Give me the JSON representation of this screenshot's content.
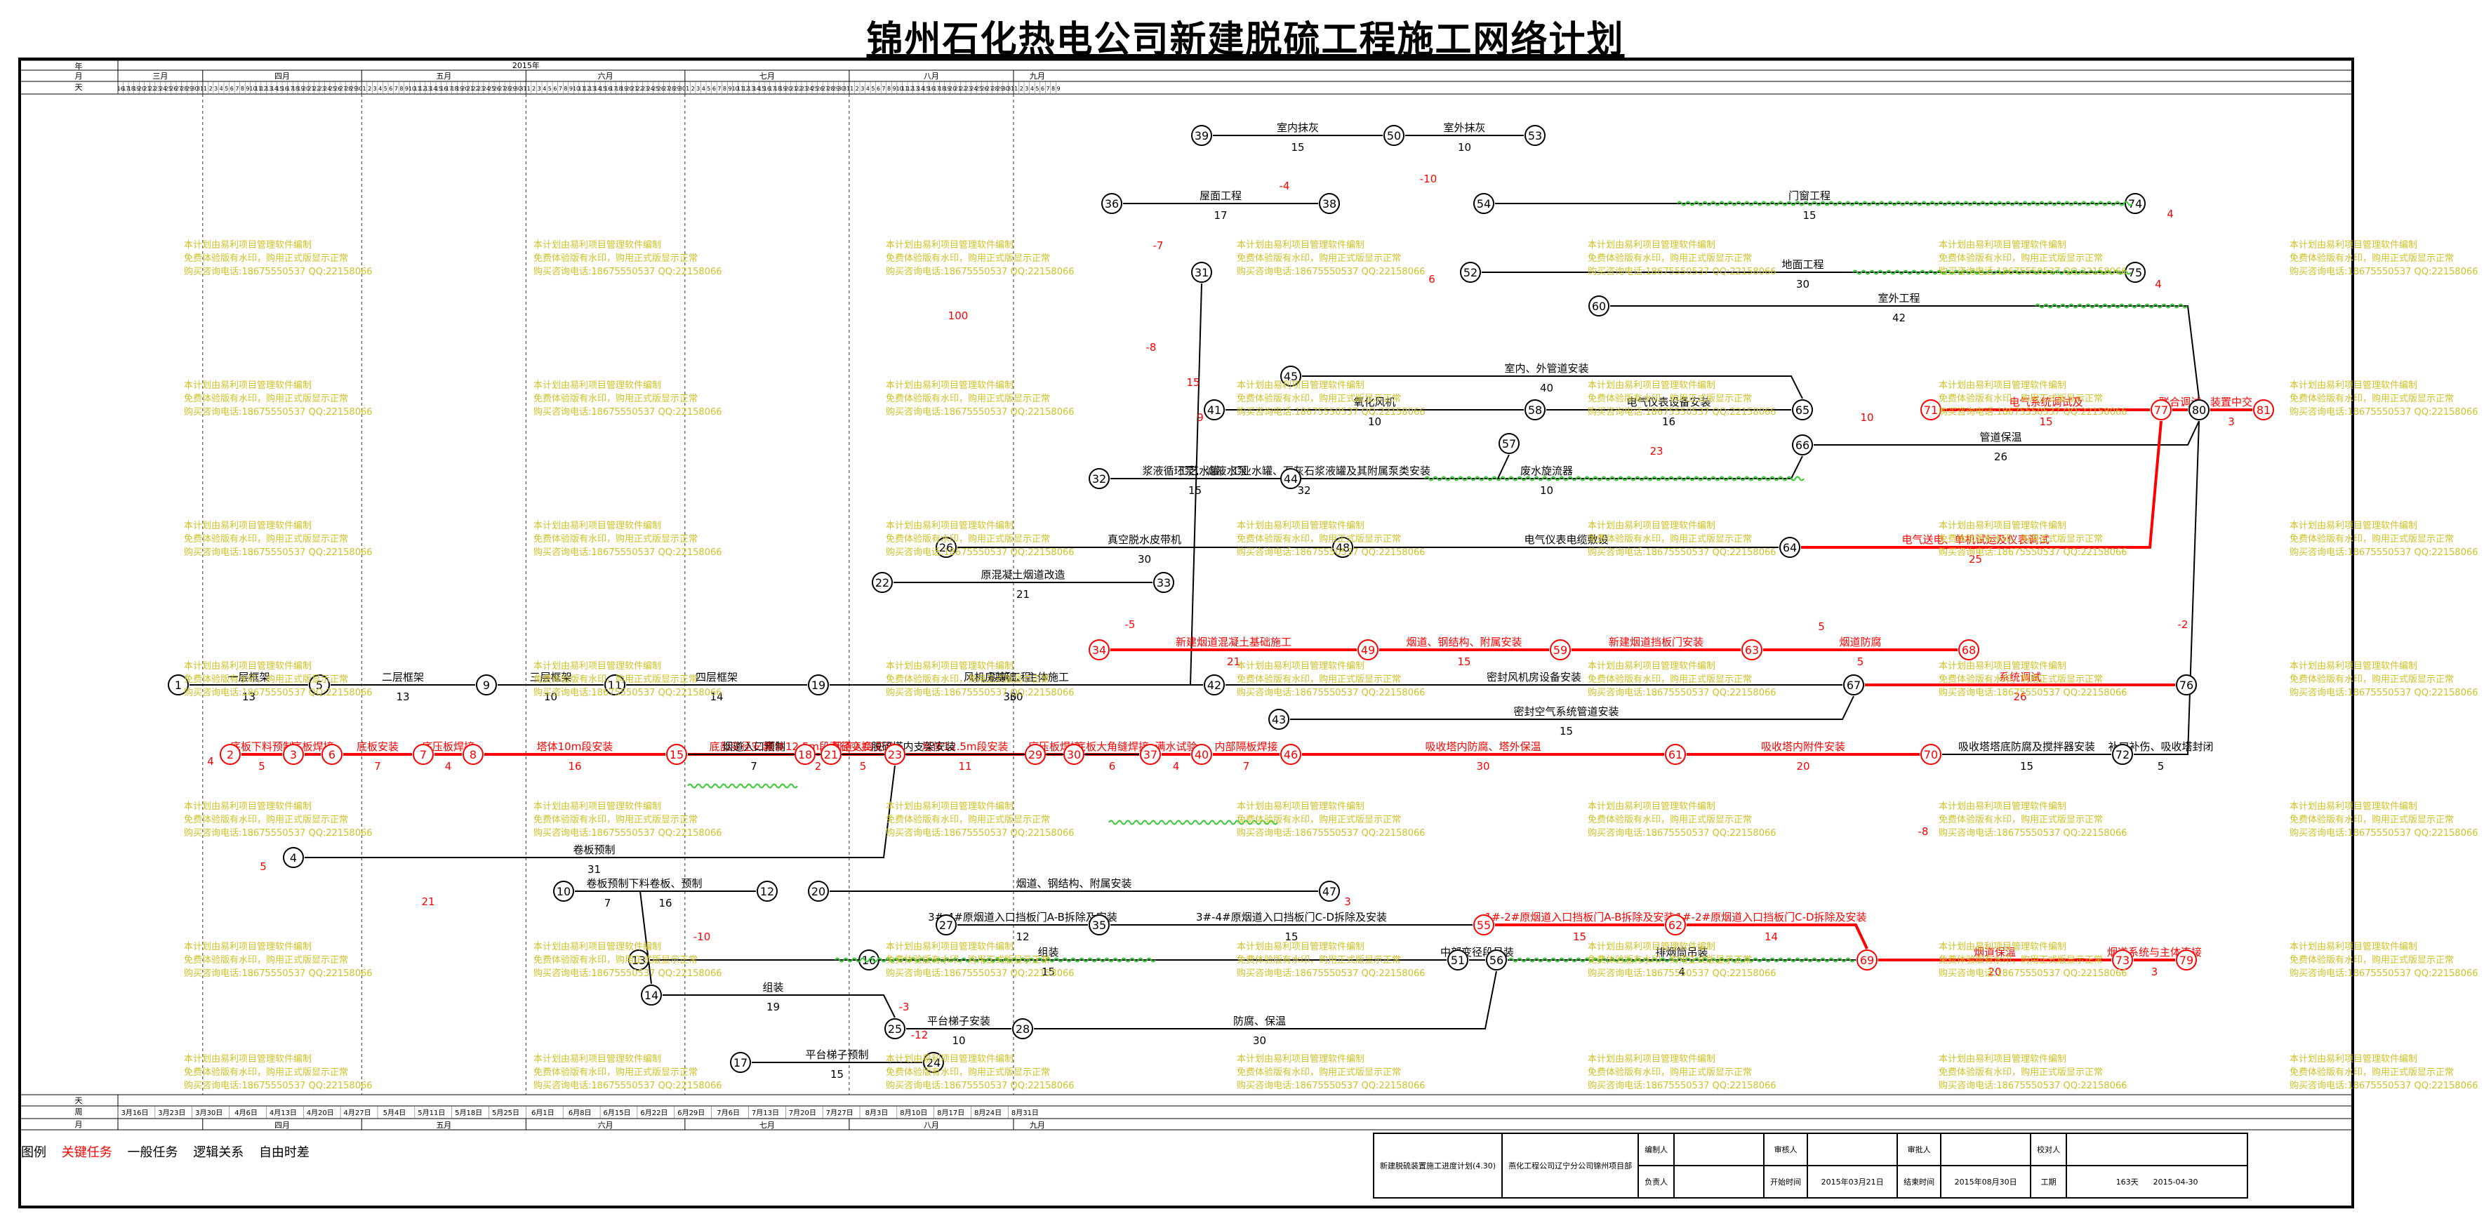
{
  "title": "锦州石化热电公司新建脱硫工程施工网络计划",
  "header": {
    "row_labels": [
      "年",
      "月",
      "天"
    ],
    "year": "2015年",
    "months": [
      "三月",
      "四月",
      "五月",
      "六月",
      "七月",
      "八月",
      "九月"
    ],
    "bottom_labels": [
      "天",
      "周",
      "月"
    ],
    "bottom_months": [
      "四月",
      "五月",
      "六月",
      "七月",
      "八月",
      "九月"
    ],
    "week_dates": [
      "3月16日",
      "3月23日",
      "3月30日",
      "4月6日",
      "4月13日",
      "4月20日",
      "4月27日",
      "5月4日",
      "5月11日",
      "5月18日",
      "5月25日",
      "6月1日",
      "6月8日",
      "6月15日",
      "6月22日",
      "6月29日",
      "7月6日",
      "7月13日",
      "7月20日",
      "7月27日",
      "8月3日",
      "8月10日",
      "8月17日",
      "8月24日",
      "8月31日"
    ]
  },
  "nodes": [
    {
      "id": "1",
      "style": "black"
    },
    {
      "id": "2",
      "style": "red"
    },
    {
      "id": "3",
      "style": "red"
    },
    {
      "id": "4",
      "style": "black"
    },
    {
      "id": "5",
      "style": "black"
    },
    {
      "id": "6",
      "style": "red"
    },
    {
      "id": "7",
      "style": "red"
    },
    {
      "id": "8",
      "style": "red"
    },
    {
      "id": "9",
      "style": "black"
    },
    {
      "id": "10",
      "style": "black"
    },
    {
      "id": "11",
      "style": "black"
    },
    {
      "id": "12",
      "style": "black"
    },
    {
      "id": "13",
      "style": "black"
    },
    {
      "id": "14",
      "style": "black"
    },
    {
      "id": "15",
      "style": "red"
    },
    {
      "id": "16",
      "style": "black"
    },
    {
      "id": "17",
      "style": "black"
    },
    {
      "id": "18",
      "style": "red"
    },
    {
      "id": "19",
      "style": "black"
    },
    {
      "id": "20",
      "style": "black"
    },
    {
      "id": "21",
      "style": "red"
    },
    {
      "id": "22",
      "style": "black"
    },
    {
      "id": "23",
      "style": "red"
    },
    {
      "id": "24",
      "style": "black"
    },
    {
      "id": "25",
      "style": "black"
    },
    {
      "id": "26",
      "style": "black"
    },
    {
      "id": "27",
      "style": "black"
    },
    {
      "id": "28",
      "style": "black"
    },
    {
      "id": "29",
      "style": "red"
    },
    {
      "id": "30",
      "style": "red"
    },
    {
      "id": "31",
      "style": "black"
    },
    {
      "id": "32",
      "style": "black"
    },
    {
      "id": "33",
      "style": "black"
    },
    {
      "id": "34",
      "style": "red"
    },
    {
      "id": "35",
      "style": "black"
    },
    {
      "id": "36",
      "style": "black"
    },
    {
      "id": "37",
      "style": "red"
    },
    {
      "id": "38",
      "style": "black"
    },
    {
      "id": "39",
      "style": "black"
    },
    {
      "id": "40",
      "style": "red"
    },
    {
      "id": "41",
      "style": "black"
    },
    {
      "id": "42",
      "style": "black"
    },
    {
      "id": "43",
      "style": "black"
    },
    {
      "id": "44",
      "style": "black"
    },
    {
      "id": "45",
      "style": "black"
    },
    {
      "id": "46",
      "style": "red"
    },
    {
      "id": "47",
      "style": "black"
    },
    {
      "id": "48",
      "style": "black"
    },
    {
      "id": "49",
      "style": "red"
    },
    {
      "id": "50",
      "style": "black"
    },
    {
      "id": "51",
      "style": "black"
    },
    {
      "id": "52",
      "style": "black"
    },
    {
      "id": "53",
      "style": "black"
    },
    {
      "id": "54",
      "style": "black"
    },
    {
      "id": "55",
      "style": "red"
    },
    {
      "id": "56",
      "style": "black"
    },
    {
      "id": "57",
      "style": "black"
    },
    {
      "id": "58",
      "style": "black"
    },
    {
      "id": "59",
      "style": "red"
    },
    {
      "id": "60",
      "style": "black"
    },
    {
      "id": "61",
      "style": "red"
    },
    {
      "id": "62",
      "style": "red"
    },
    {
      "id": "63",
      "style": "red"
    },
    {
      "id": "64",
      "style": "black"
    },
    {
      "id": "65",
      "style": "black"
    },
    {
      "id": "66",
      "style": "black"
    },
    {
      "id": "67",
      "style": "black"
    },
    {
      "id": "68",
      "style": "red"
    },
    {
      "id": "69",
      "style": "red"
    },
    {
      "id": "70",
      "style": "red"
    },
    {
      "id": "71",
      "style": "red"
    },
    {
      "id": "72",
      "style": "black"
    },
    {
      "id": "73",
      "style": "red"
    },
    {
      "id": "74",
      "style": "black"
    },
    {
      "id": "75",
      "style": "black"
    },
    {
      "id": "76",
      "style": "black"
    },
    {
      "id": "77",
      "style": "red"
    },
    {
      "id": "79",
      "style": "red"
    },
    {
      "id": "80",
      "style": "black"
    },
    {
      "id": "81",
      "style": "red"
    }
  ],
  "activities": [
    {
      "from": "1",
      "to": "5",
      "label": "一层框架",
      "duration": "13",
      "style": "black"
    },
    {
      "from": "5",
      "to": "9",
      "label": "二层框架",
      "duration": "13",
      "style": "black"
    },
    {
      "from": "9",
      "to": "11",
      "label": "三层框架",
      "duration": "10",
      "style": "black"
    },
    {
      "from": "11",
      "to": "19",
      "label": "四层框架",
      "duration": "14",
      "style": "black"
    },
    {
      "from": "19",
      "to": "42",
      "label": "风机房基础、主体施工",
      "duration": "30",
      "style": "black"
    },
    {
      "from": "42",
      "to": "67",
      "label": "密封风机房设备安装",
      "duration": "",
      "style": "black"
    },
    {
      "from": "43",
      "to": "67",
      "label": "密封空气系统管道安装",
      "duration": "15",
      "style": "black"
    },
    {
      "from": "2",
      "to": "3",
      "label": "底板下料预制",
      "duration": "5",
      "style": "red"
    },
    {
      "from": "3",
      "to": "6",
      "label": "底板焊接",
      "duration": "",
      "style": "red"
    },
    {
      "from": "6",
      "to": "7",
      "label": "底板安装",
      "duration": "7",
      "style": "red"
    },
    {
      "from": "7",
      "to": "8",
      "label": "底压板焊接",
      "duration": "4",
      "style": "red"
    },
    {
      "from": "8",
      "to": "15",
      "label": "塔体10m段安装",
      "duration": "16",
      "style": "red"
    },
    {
      "from": "15",
      "to": "18",
      "label": "底部变径安装",
      "duration": "",
      "style": "red"
    },
    {
      "from": "18",
      "to": "21",
      "label": "塔体12.5m段直径变换",
      "duration": "2",
      "style": "red"
    },
    {
      "from": "21",
      "to": "23",
      "label": "烟道入口安装",
      "duration": "5",
      "style": "red"
    },
    {
      "from": "23",
      "to": "29",
      "label": "塔体12.5m段安装",
      "duration": "11",
      "style": "red"
    },
    {
      "from": "29",
      "to": "30",
      "label": "底压板焊接",
      "duration": "",
      "style": "red"
    },
    {
      "from": "30",
      "to": "37",
      "label": "底板大角缝焊接",
      "duration": "6",
      "style": "red"
    },
    {
      "from": "37",
      "to": "40",
      "label": "满水试验",
      "duration": "4",
      "style": "red"
    },
    {
      "from": "40",
      "to": "46",
      "label": "内部隔板焊接",
      "duration": "7",
      "style": "red"
    },
    {
      "from": "46",
      "to": "61",
      "label": "吸收塔内防腐、塔外保温",
      "duration": "30",
      "style": "red"
    },
    {
      "from": "61",
      "to": "70",
      "label": "吸收塔内附件安装",
      "duration": "20",
      "style": "red"
    },
    {
      "from": "70",
      "to": "72",
      "label": "吸收塔塔底防腐及搅拌器安装",
      "duration": "15",
      "style": "black"
    },
    {
      "from": "72",
      "to": "80",
      "label": "补口补伤、吸收塔封闭",
      "duration": "5",
      "style": "black"
    },
    {
      "from": "15",
      "to": "21",
      "label": "烟道入口预制",
      "duration": "7",
      "style": "black"
    },
    {
      "from": "15",
      "to": "37",
      "label": "脱硫塔内支架安装",
      "duration": "",
      "style": "black"
    },
    {
      "from": "4",
      "to": "23",
      "label": "卷板预制",
      "duration": "31",
      "style": "black"
    },
    {
      "from": "10",
      "to": "12",
      "label": "下料卷板、预制",
      "duration": "16",
      "style": "black"
    },
    {
      "from": "20",
      "to": "47",
      "label": "烟道、钢结构、附属安装",
      "duration": "",
      "style": "black"
    },
    {
      "from": "27",
      "to": "35",
      "label": "3#-4#原烟道入口挡板门A-B拆除及安装",
      "duration": "12",
      "style": "black"
    },
    {
      "from": "35",
      "to": "55",
      "label": "3#-4#原烟道入口挡板门C-D拆除及安装",
      "duration": "15",
      "style": "black"
    },
    {
      "from": "55",
      "to": "62",
      "label": "1#-2#原烟道入口挡板门A-B拆除及安装",
      "duration": "15",
      "style": "red"
    },
    {
      "from": "62",
      "to": "69",
      "label": "1#-2#原烟道入口挡板门C-D拆除及安装",
      "duration": "14",
      "style": "red"
    },
    {
      "from": "13",
      "to": "51",
      "label": "组装",
      "duration": "15",
      "style": "black"
    },
    {
      "from": "14",
      "to": "25",
      "label": "组装",
      "duration": "19",
      "style": "black"
    },
    {
      "from": "10",
      "to": "14",
      "label": "卷板预制",
      "duration": "7",
      "style": "black"
    },
    {
      "from": "25",
      "to": "28",
      "label": "平台梯子安装",
      "duration": "10",
      "style": "black"
    },
    {
      "from": "28",
      "to": "56",
      "label": "防腐、保温",
      "duration": "30",
      "style": "black"
    },
    {
      "from": "17",
      "to": "24",
      "label": "平台梯子预制",
      "duration": "15",
      "style": "black"
    },
    {
      "from": "51",
      "to": "56",
      "label": "中部变径段吊装",
      "duration": "",
      "style": "black"
    },
    {
      "from": "56",
      "to": "69",
      "label": "排烟筒吊装",
      "duration": "4",
      "style": "black"
    },
    {
      "from": "69",
      "to": "73",
      "label": "烟道保温",
      "duration": "20",
      "style": "red"
    },
    {
      "from": "73",
      "to": "79",
      "label": "烟道系统与主体连接",
      "duration": "3",
      "style": "red"
    },
    {
      "from": "39",
      "to": "50",
      "label": "室内抹灰",
      "duration": "15",
      "style": "black"
    },
    {
      "from": "50",
      "to": "53",
      "label": "室外抹灰",
      "duration": "10",
      "style": "black"
    },
    {
      "from": "36",
      "to": "38",
      "label": "屋面工程",
      "duration": "17",
      "style": "black"
    },
    {
      "from": "54",
      "to": "74",
      "label": "门窗工程",
      "duration": "15",
      "style": "black"
    },
    {
      "from": "19",
      "to": "31",
      "label": "砌筑工程",
      "duration": "30",
      "style": "black"
    },
    {
      "from": "52",
      "to": "75",
      "label": "地面工程",
      "duration": "30",
      "style": "black"
    },
    {
      "from": "60",
      "to": "80",
      "label": "室外工程",
      "duration": "42",
      "style": "black"
    },
    {
      "from": "45",
      "to": "65",
      "label": "室内、外管道安装",
      "duration": "40",
      "style": "black"
    },
    {
      "from": "41",
      "to": "58",
      "label": "氧化风机",
      "duration": "10",
      "style": "black"
    },
    {
      "from": "58",
      "to": "65",
      "label": "电气仪表设备安装",
      "duration": "16",
      "style": "black"
    },
    {
      "from": "32",
      "to": "57",
      "label": "工艺水罐、工业水罐、石灰石浆液罐及其附属泵类安装",
      "duration": "32",
      "style": "black"
    },
    {
      "from": "32",
      "to": "44",
      "label": "浆液循环泵、滤液水泵",
      "duration": "15",
      "style": "black"
    },
    {
      "from": "44",
      "to": "66",
      "label": "废水旋流器",
      "duration": "10",
      "style": "black"
    },
    {
      "from": "66",
      "to": "80",
      "label": "管道保温",
      "duration": "26",
      "style": "black"
    },
    {
      "from": "71",
      "to": "77",
      "label": "电气系统调试及",
      "duration": "15",
      "style": "red"
    },
    {
      "from": "26",
      "to": "48",
      "label": "真空脱水皮带机",
      "duration": "30",
      "style": "black"
    },
    {
      "from": "48",
      "to": "64",
      "label": "电气仪表电缆敷设",
      "duration": "",
      "style": "black"
    },
    {
      "from": "64",
      "to": "77",
      "label": "电气送电、单机试运及仪表调试",
      "duration": "25",
      "style": "red"
    },
    {
      "from": "22",
      "to": "33",
      "label": "原混凝土烟道改造",
      "duration": "21",
      "style": "black"
    },
    {
      "from": "34",
      "to": "49",
      "label": "新建烟道混凝土基础施工",
      "duration": "21",
      "style": "red"
    },
    {
      "from": "49",
      "to": "59",
      "label": "烟道、钢结构、附属安装",
      "duration": "15",
      "style": "red"
    },
    {
      "from": "59",
      "to": "63",
      "label": "新建烟道挡板门安装",
      "duration": "",
      "style": "red"
    },
    {
      "from": "63",
      "to": "68",
      "label": "烟道防腐",
      "duration": "5",
      "style": "red"
    },
    {
      "from": "67",
      "to": "76",
      "label": "系统调试",
      "duration": "26",
      "style": "red"
    },
    {
      "from": "77",
      "to": "80",
      "label": "联合调试",
      "duration": "",
      "style": "red"
    },
    {
      "from": "80",
      "to": "81",
      "label": "装置中交",
      "duration": "3",
      "style": "red"
    }
  ],
  "dummy_labels": [
    "4",
    "5",
    "21",
    "-10",
    "-12",
    "-7",
    "-8",
    "-4",
    "-10",
    "-5",
    "-2",
    "-8",
    "4",
    "4",
    "100",
    "9",
    "15",
    "10",
    "23",
    "5",
    "3",
    "6",
    "-3"
  ],
  "watermark_lines": [
    "本计划由易利项目管理软件编制",
    "免费体验版有水印，购用正式版显示正常",
    "购买咨询电话:18675550537 QQ:22158066"
  ],
  "legend": {
    "title": "图例",
    "items": [
      "关键任务",
      "一般任务",
      "逻辑关系",
      "自由时差"
    ]
  },
  "info_box": {
    "plan_name": "新建脱硫装置施工进度计划(4.30)",
    "company": "燕化工程公司辽宁分公司锦州项目部",
    "labels": {
      "compiler": "编制人",
      "reviewer": "审核人",
      "approver": "审批人",
      "checker": "校对人",
      "responsible": "负责人",
      "start": "开始时间",
      "finish": "结束时间",
      "duration": "工期"
    },
    "start_date": "2015年03月21日",
    "finish_date": "2015年08月30日",
    "duration_days": "163天",
    "print_date": "2015-04-30"
  },
  "colors": {
    "critical": "#ff0000",
    "normal": "#000000",
    "free_float": "#33cc33",
    "watermark": "#cfc227",
    "grid": "#000000"
  }
}
